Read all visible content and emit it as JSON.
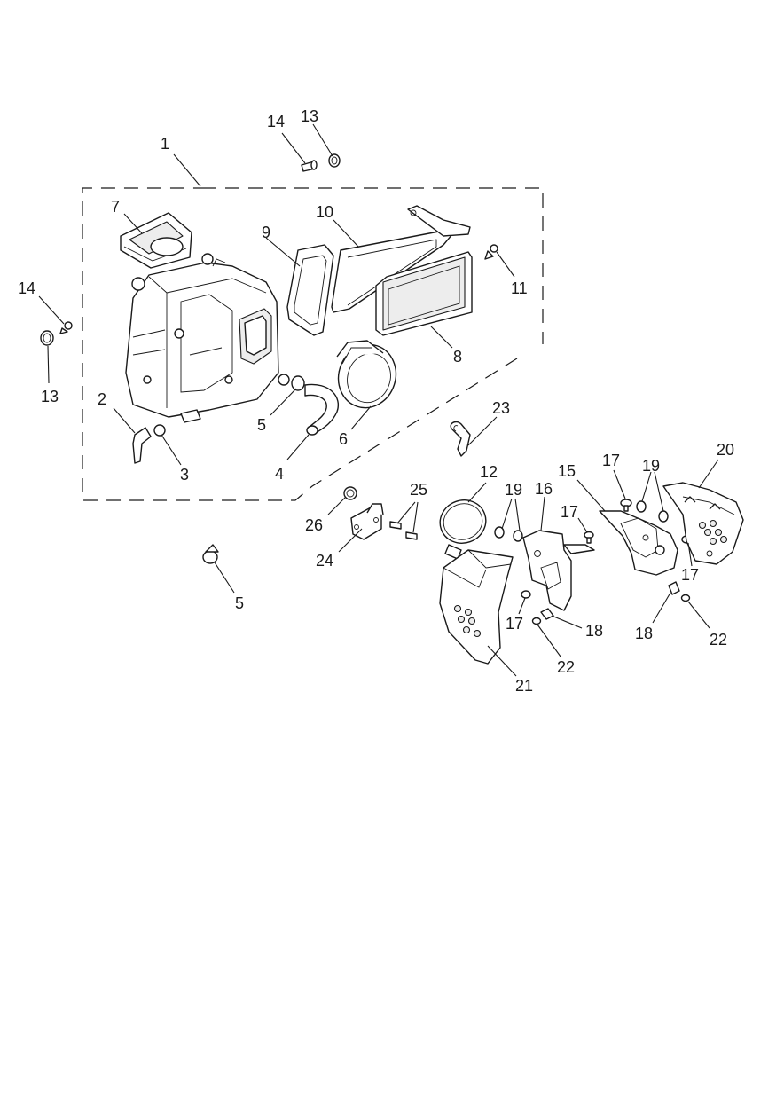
{
  "labels": {
    "l1": "1",
    "l2": "2",
    "l3": "3",
    "l4": "4",
    "l5a": "5",
    "l5b": "5",
    "l6": "6",
    "l7": "7",
    "l8": "8",
    "l9": "9",
    "l10": "10",
    "l11": "11",
    "l12": "12",
    "l13a": "13",
    "l13b": "13",
    "l14a": "14",
    "l14b": "14",
    "l15": "15",
    "l16": "16",
    "l17a": "17",
    "l17b": "17",
    "l17c": "17",
    "l17d": "17",
    "l18a": "18",
    "l18b": "18",
    "l19a": "19",
    "l19b": "19",
    "l20": "20",
    "l21": "21",
    "l22a": "22",
    "l22b": "22",
    "l23": "23",
    "l24": "24",
    "l25": "25",
    "l26": "26"
  }
}
